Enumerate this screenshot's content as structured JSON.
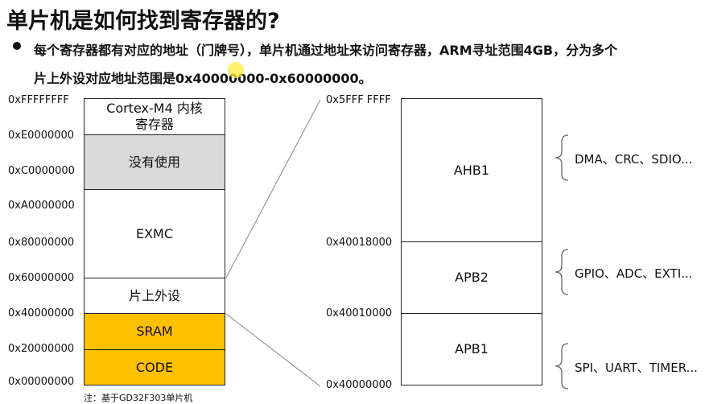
{
  "title": "单片机是如何找到寄存器的?",
  "bullet": {
    "line1": "每个寄存器都有对应的地址（门牌号），单片机通过地址来访问寄存器，ARM寻址范围4GB，分为多个",
    "line2": "片上外设对应地址范围是0x40000000-0x60000000。"
  },
  "left_map": {
    "addresses": [
      "0xFFFFFFFF",
      "0xE0000000",
      "0xC0000000",
      "0xA0000000",
      "0x80000000",
      "0x60000000",
      "0x40000000",
      "0x20000000",
      "0x00000000"
    ],
    "blocks": [
      {
        "label": "Cortex-M4 内核\n寄存器",
        "color": "#ffffff"
      },
      {
        "label": "没有使用",
        "color": "#d9d9d9"
      },
      {
        "label": "EXMC",
        "color": "#ffffff"
      },
      {
        "label": "片上外设",
        "color": "#ffffff"
      },
      {
        "label": "SRAM",
        "color": "#ffc000"
      },
      {
        "label": "CODE",
        "color": "#ffc000"
      }
    ]
  },
  "right_map": {
    "addresses": [
      "0x5FFF FFFF",
      "0x40018000",
      "0x40010000",
      "0x40000000"
    ],
    "blocks": [
      {
        "label": "AHB1"
      },
      {
        "label": "APB2"
      },
      {
        "label": "APB1"
      }
    ],
    "peripherals": [
      "DMA、CRC、SDIO...",
      "GPIO、ADC、EXTI...",
      "SPI、UART、TIMER..."
    ]
  },
  "note": "注：基于GD32F303单片机"
}
